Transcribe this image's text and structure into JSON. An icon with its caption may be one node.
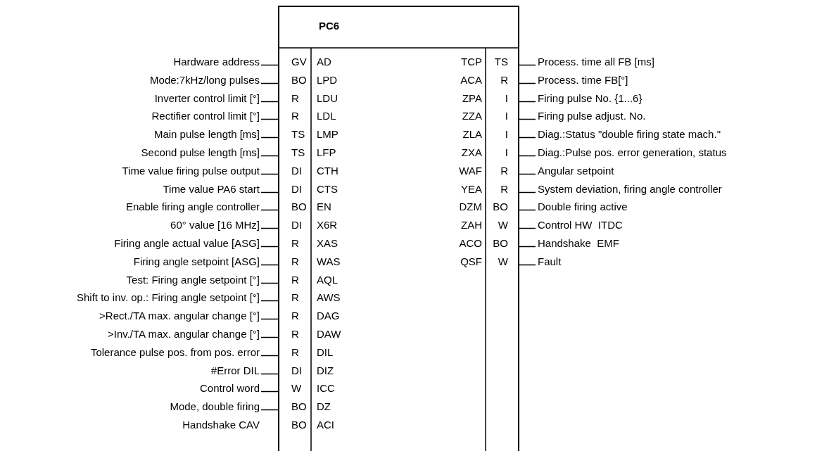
{
  "diagram": {
    "nodes": [
      {
        "text": [
          "PC6"
        ]
      },
      {
        "text": [
          "Hardware address"
        ]
      },
      {
        "text": [
          "Mode:7kHz/long pulses"
        ]
      },
      {
        "text": [
          "Inverter control limit [°]"
        ]
      },
      {
        "text": [
          "Rectifier control limit [°]"
        ]
      },
      {
        "text": [
          "Main pulse length [ms]"
        ]
      },
      {
        "text": [
          "Second pulse length [ms]"
        ]
      },
      {
        "text": [
          "Time value firing pulse output"
        ]
      },
      {
        "text": [
          "Time value PA6 start"
        ]
      },
      {
        "text": [
          "Enable firing angle controller"
        ]
      },
      {
        "text": [
          "60° value [16 MHz]"
        ]
      },
      {
        "text": [
          "Firing angle actual value [ASG]"
        ]
      },
      {
        "text": [
          "Firing angle setpoint [ASG]"
        ]
      },
      {
        "text": [
          "Test: Firing angle setpoint [°]"
        ]
      },
      {
        "text": [
          "Shift to inv. op.: Firing angle setpoint [°]"
        ]
      },
      {
        "text": [
          ">Rect./TA max. angular change [°]"
        ]
      },
      {
        "text": [
          ">Inv./TA max. angular change [°]"
        ]
      },
      {
        "text": [
          "Tolerance pulse pos. from pos. error"
        ]
      },
      {
        "text": [
          "#Error DIL"
        ]
      },
      {
        "text": [
          "Control word"
        ]
      },
      {
        "text": [
          "Mode, double firing"
        ]
      },
      {
        "text": [
          "Handshake CAV"
        ]
      },
      {
        "text": [
          "Process. time all FB [ms]"
        ]
      },
      {
        "text": [
          "Process. time FB[°]"
        ]
      },
      {
        "text": [
          "Firing pulse No. {1...6}"
        ]
      },
      {
        "text": [
          "Firing pulse adjust. No."
        ]
      },
      {
        "text": [
          "Diag.:Status \"double firing state mach.\""
        ]
      },
      {
        "text": [
          "Diag.:Pulse pos. error generation, status"
        ]
      },
      {
        "text": [
          "Angular setpoint"
        ]
      },
      {
        "text": [
          "System deviation, firing angle controller"
        ]
      },
      {
        "text": [
          "Double firing active"
        ]
      },
      {
        "text": [
          "Control HW  ITDC"
        ]
      },
      {
        "text": [
          "Handshake  EMF"
        ]
      },
      {
        "text": [
          "Fault"
        ]
      }
    ],
    "edges": [
      {
        "from": 1,
        "to": 0,
        "arrow": "none"
      },
      {
        "from": 2,
        "to": 0,
        "arrow": "none"
      },
      {
        "from": 3,
        "to": 0,
        "arrow": "none"
      },
      {
        "from": 4,
        "to": 0,
        "arrow": "none"
      },
      {
        "from": 5,
        "to": 0,
        "arrow": "none"
      },
      {
        "from": 6,
        "to": 0,
        "arrow": "none"
      },
      {
        "from": 7,
        "to": 0,
        "arrow": "none"
      },
      {
        "from": 8,
        "to": 0,
        "arrow": "none"
      },
      {
        "from": 9,
        "to": 0,
        "arrow": "none"
      },
      {
        "from": 10,
        "to": 0,
        "arrow": "none"
      },
      {
        "from": 11,
        "to": 0,
        "arrow": "none"
      },
      {
        "from": 12,
        "to": 0,
        "arrow": "none"
      },
      {
        "from": 13,
        "to": 0,
        "arrow": "none"
      },
      {
        "from": 14,
        "to": 0,
        "arrow": "none"
      },
      {
        "from": 15,
        "to": 0,
        "arrow": "none"
      },
      {
        "from": 16,
        "to": 0,
        "arrow": "none"
      },
      {
        "from": 17,
        "to": 0,
        "arrow": "none"
      },
      {
        "from": 18,
        "to": 0,
        "arrow": "none"
      },
      {
        "from": 19,
        "to": 0,
        "arrow": "none"
      },
      {
        "from": 20,
        "to": 0,
        "arrow": "none"
      },
      {
        "from": 0,
        "to": 22,
        "arrow": "none"
      },
      {
        "from": 0,
        "to": 23,
        "arrow": "none"
      },
      {
        "from": 0,
        "to": 24,
        "arrow": "none"
      },
      {
        "from": 0,
        "to": 25,
        "arrow": "none"
      },
      {
        "from": 0,
        "to": 26,
        "arrow": "none"
      },
      {
        "from": 0,
        "to": 27,
        "arrow": "none"
      },
      {
        "from": 0,
        "to": 28,
        "arrow": "none"
      },
      {
        "from": 0,
        "to": 29,
        "arrow": "none"
      },
      {
        "from": 0,
        "to": 30,
        "arrow": "none"
      },
      {
        "from": 0,
        "to": 31,
        "arrow": "none"
      },
      {
        "from": 0,
        "to": 32,
        "arrow": "none"
      },
      {
        "from": 0,
        "to": 33,
        "arrow": "none"
      }
    ],
    "labels": [
      "GV",
      "AD",
      "TCP",
      "TS",
      "BO",
      "LPD",
      "ACA",
      "R",
      "R",
      "LDU",
      "ZPA",
      "I",
      "R",
      "LDL",
      "ZZA",
      "I",
      "TS",
      "LMP",
      "ZLA",
      "I",
      "TS",
      "LFP",
      "ZXA",
      "I",
      "DI",
      "CTH",
      "WAF",
      "R",
      "DI",
      "CTS",
      "YEA",
      "R",
      "BO",
      "EN",
      "DZM",
      "BO",
      "DI",
      "X6R",
      "ZAH",
      "W",
      "R",
      "XAS",
      "ACO",
      "BO",
      "R",
      "WAS",
      "QSF",
      "W",
      "R",
      "AQL",
      "R",
      "AWS",
      "R",
      "DAG",
      "R",
      "DAW",
      "R",
      "DIL",
      "DI",
      "DIZ",
      "W",
      "ICC",
      "BO",
      "DZ",
      "BO",
      "ACI"
    ]
  }
}
